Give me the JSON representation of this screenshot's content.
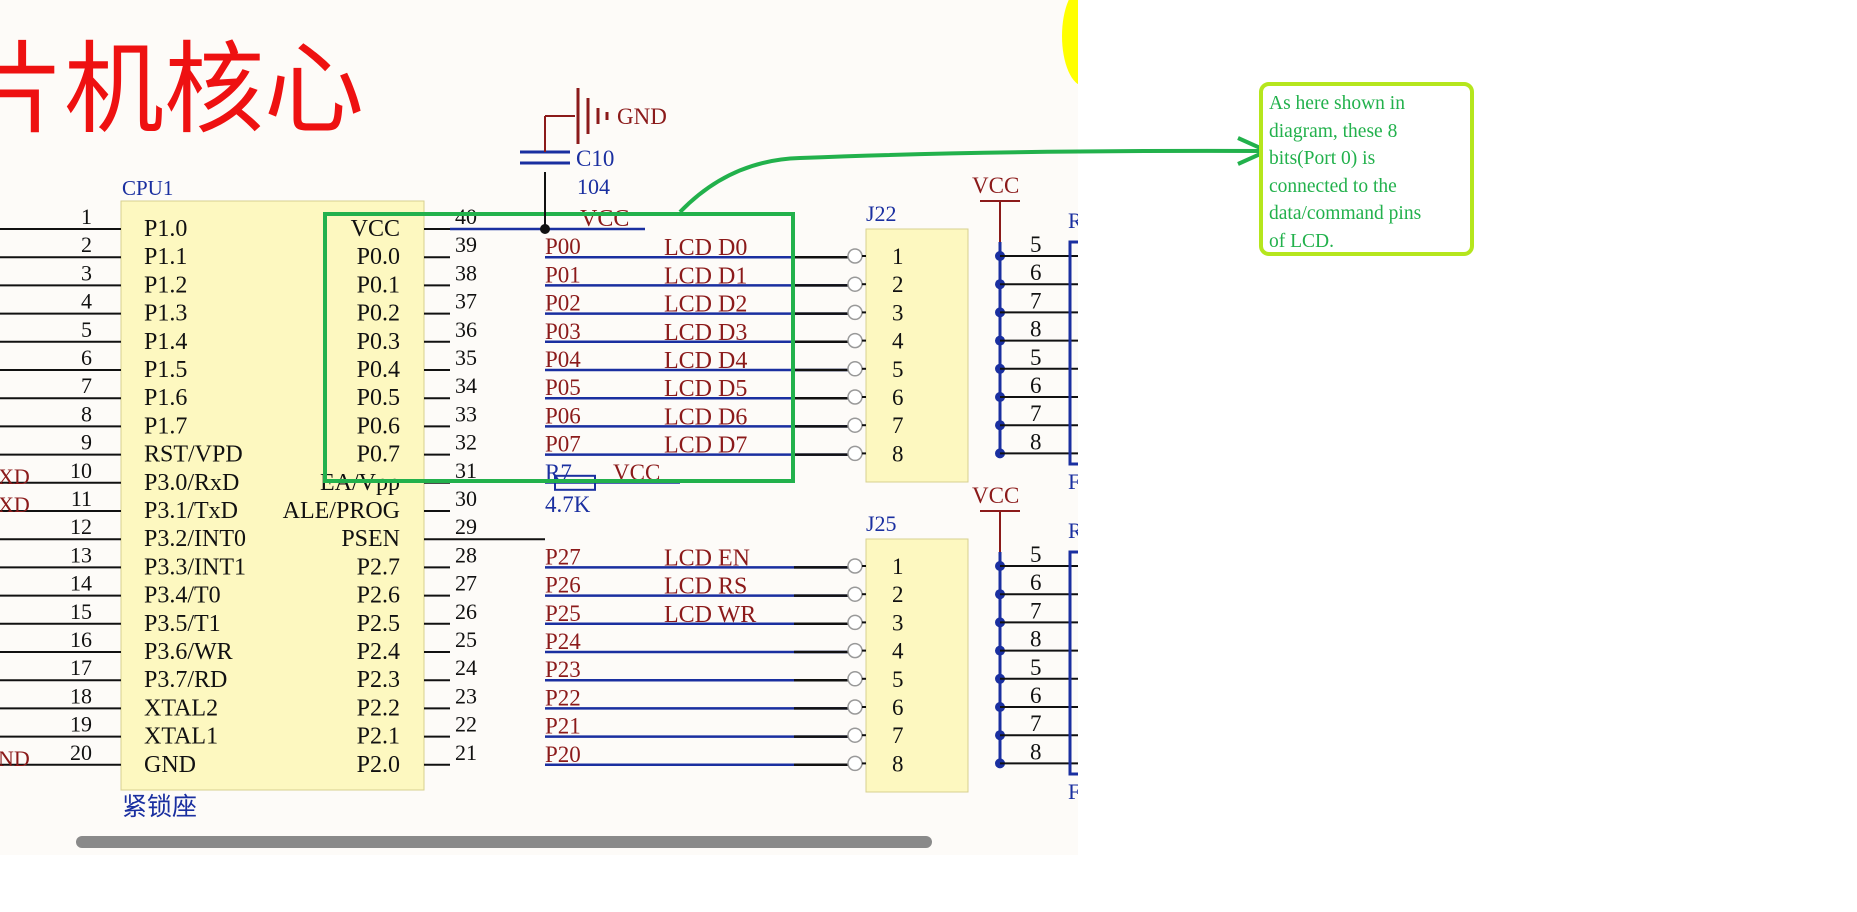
{
  "title": "片机核心",
  "chip": {
    "ref": "CPU1",
    "footer": "紧锁座",
    "left_pins": [
      {
        "num": "1",
        "name": "P1.0"
      },
      {
        "num": "2",
        "name": "P1.1"
      },
      {
        "num": "3",
        "name": "P1.2"
      },
      {
        "num": "4",
        "name": "P1.3"
      },
      {
        "num": "5",
        "name": "P1.4"
      },
      {
        "num": "6",
        "name": "P1.5"
      },
      {
        "num": "7",
        "name": "P1.6"
      },
      {
        "num": "8",
        "name": "P1.7"
      },
      {
        "num": "9",
        "name": "RST/VPD"
      },
      {
        "num": "10",
        "name": "P3.0/RxD"
      },
      {
        "num": "11",
        "name": "P3.1/TxD"
      },
      {
        "num": "12",
        "name": "P3.2/INT0"
      },
      {
        "num": "13",
        "name": "P3.3/INT1"
      },
      {
        "num": "14",
        "name": "P3.4/T0"
      },
      {
        "num": "15",
        "name": "P3.5/T1"
      },
      {
        "num": "16",
        "name": "P3.6/WR"
      },
      {
        "num": "17",
        "name": "P3.7/RD"
      },
      {
        "num": "18",
        "name": "XTAL2"
      },
      {
        "num": "19",
        "name": "XTAL1"
      },
      {
        "num": "20",
        "name": "GND"
      }
    ],
    "right_pins": [
      {
        "num": "40",
        "name": "VCC",
        "net": "VCC",
        "label": ""
      },
      {
        "num": "39",
        "name": "P0.0",
        "net": "P00",
        "label": "LCD_D0"
      },
      {
        "num": "38",
        "name": "P0.1",
        "net": "P01",
        "label": "LCD_D1"
      },
      {
        "num": "37",
        "name": "P0.2",
        "net": "P02",
        "label": "LCD_D2"
      },
      {
        "num": "36",
        "name": "P0.3",
        "net": "P03",
        "label": "LCD_D3"
      },
      {
        "num": "35",
        "name": "P0.4",
        "net": "P04",
        "label": "LCD_D4"
      },
      {
        "num": "34",
        "name": "P0.5",
        "net": "P05",
        "label": "LCD_D5"
      },
      {
        "num": "33",
        "name": "P0.6",
        "net": "P06",
        "label": "LCD_D6"
      },
      {
        "num": "32",
        "name": "P0.7",
        "net": "P07",
        "label": "LCD_D7"
      },
      {
        "num": "31",
        "name": "EA/Vpp",
        "net": "R7",
        "label": "VCC"
      },
      {
        "num": "30",
        "name": "ALE/PROG",
        "net": "4.7K",
        "label": ""
      },
      {
        "num": "29",
        "name": "PSEN",
        "net": "",
        "label": ""
      },
      {
        "num": "28",
        "name": "P2.7",
        "net": "P27",
        "label": "LCD_EN"
      },
      {
        "num": "27",
        "name": "P2.6",
        "net": "P26",
        "label": "LCD_RS"
      },
      {
        "num": "26",
        "name": "P2.5",
        "net": "P25",
        "label": "LCD_WR"
      },
      {
        "num": "25",
        "name": "P2.4",
        "net": "P24",
        "label": ""
      },
      {
        "num": "24",
        "name": "P2.3",
        "net": "P23",
        "label": ""
      },
      {
        "num": "23",
        "name": "P2.2",
        "net": "P22",
        "label": ""
      },
      {
        "num": "22",
        "name": "P2.1",
        "net": "P21",
        "label": ""
      },
      {
        "num": "21",
        "name": "P2.0",
        "net": "P20",
        "label": ""
      }
    ],
    "left_net_labels": [
      "XD",
      "XD",
      "ND"
    ]
  },
  "capacitor": {
    "ref": "C10",
    "value": "104",
    "gnd": "GND"
  },
  "connectors": [
    {
      "ref": "J22",
      "pins": [
        "1",
        "2",
        "3",
        "4",
        "5",
        "6",
        "7",
        "8"
      ]
    },
    {
      "ref": "J25",
      "pins": [
        "1",
        "2",
        "3",
        "4",
        "5",
        "6",
        "7",
        "8"
      ]
    }
  ],
  "resistor_networks": [
    {
      "vcc": "VCC",
      "pins": [
        "5",
        "6",
        "7",
        "8",
        "5",
        "6",
        "7",
        "8"
      ],
      "partial_labels": [
        "R",
        "F"
      ]
    },
    {
      "vcc": "VCC",
      "pins": [
        "5",
        "6",
        "7",
        "8",
        "5",
        "6",
        "7",
        "8"
      ],
      "partial_labels": [
        "R",
        "F"
      ]
    }
  ],
  "note": {
    "lines": [
      "As here shown in",
      "diagram, these 8",
      "bits(Port 0) is",
      "connected to the",
      "data/command pins",
      "of LCD."
    ]
  },
  "colors": {
    "title": "#ee1111",
    "pin_text": "#111111",
    "net": "#8b1a1a",
    "blue": "#1a2fa0",
    "chip_fill": "#fdf8c0",
    "highlight": "#22b14c",
    "note_border": "#b5e61d",
    "gnd": "#8b1a1a"
  }
}
